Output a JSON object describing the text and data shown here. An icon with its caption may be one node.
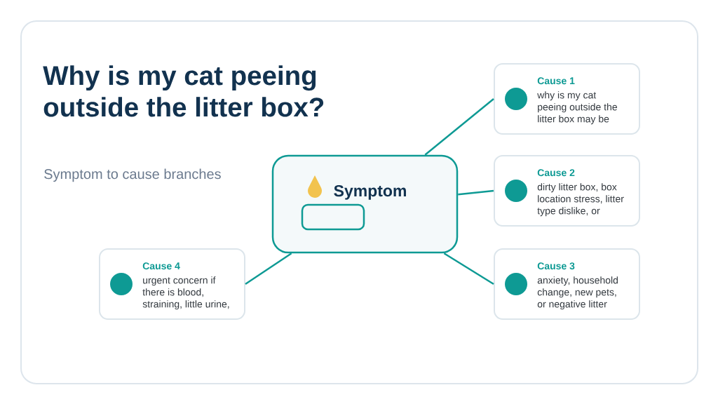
{
  "diagram": {
    "title": "Why is my cat peeing outside the litter box?",
    "nodes": [
      {
        "text": [
          "Symptom"
        ]
      },
      {
        "text": [],
        "shape": "box",
        "in": 0
      },
      {
        "text": [
          "Cause 1",
          "why is my cat peeing outside the litter box may be"
        ]
      },
      {
        "text": [
          "Cause 2",
          "dirty litter box, box location stress, litter type dislike, or"
        ]
      },
      {
        "text": [
          "Cause 3",
          "anxiety, household change, new pets, or negative litter"
        ]
      },
      {
        "text": [
          "Cause 4",
          "urgent concern if there is blood, straining, little urine,"
        ]
      }
    ],
    "edges": [
      {
        "from": 0,
        "to": 2,
        "arrow": "none"
      },
      {
        "from": 0,
        "to": 3,
        "arrow": "none"
      },
      {
        "from": 0,
        "to": 4,
        "arrow": "none"
      },
      {
        "from": 0,
        "to": 5,
        "arrow": "none"
      }
    ],
    "labels": [
      "Symptom to cause branches"
    ]
  }
}
